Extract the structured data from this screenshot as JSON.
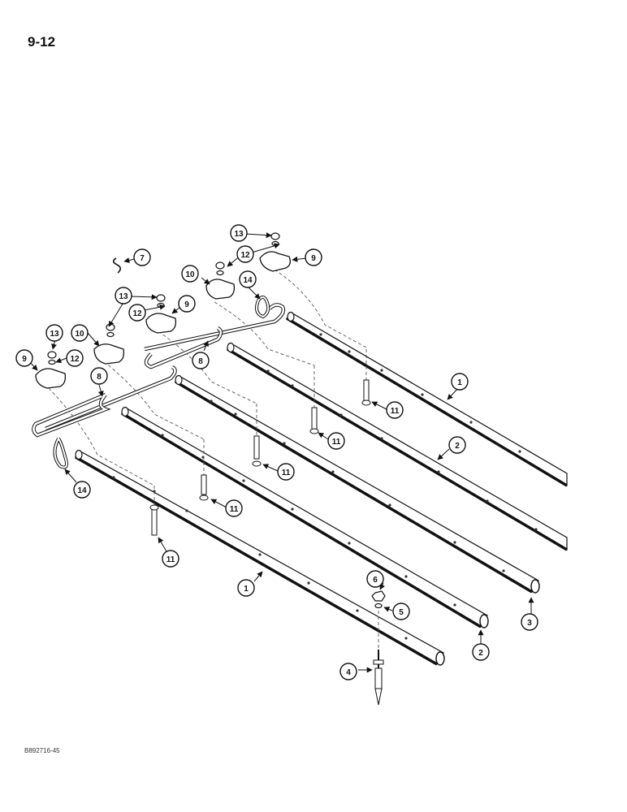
{
  "page": {
    "number": "9-12",
    "ref_code": "B892716-45"
  },
  "diagram": {
    "type": "exploded-parts-view",
    "callouts": [
      "1",
      "2",
      "3",
      "4",
      "5",
      "6",
      "7",
      "8",
      "9",
      "10",
      "11",
      "12",
      "13",
      "14"
    ]
  },
  "colors": {
    "ink": "#111111",
    "paper": "#ffffff"
  }
}
